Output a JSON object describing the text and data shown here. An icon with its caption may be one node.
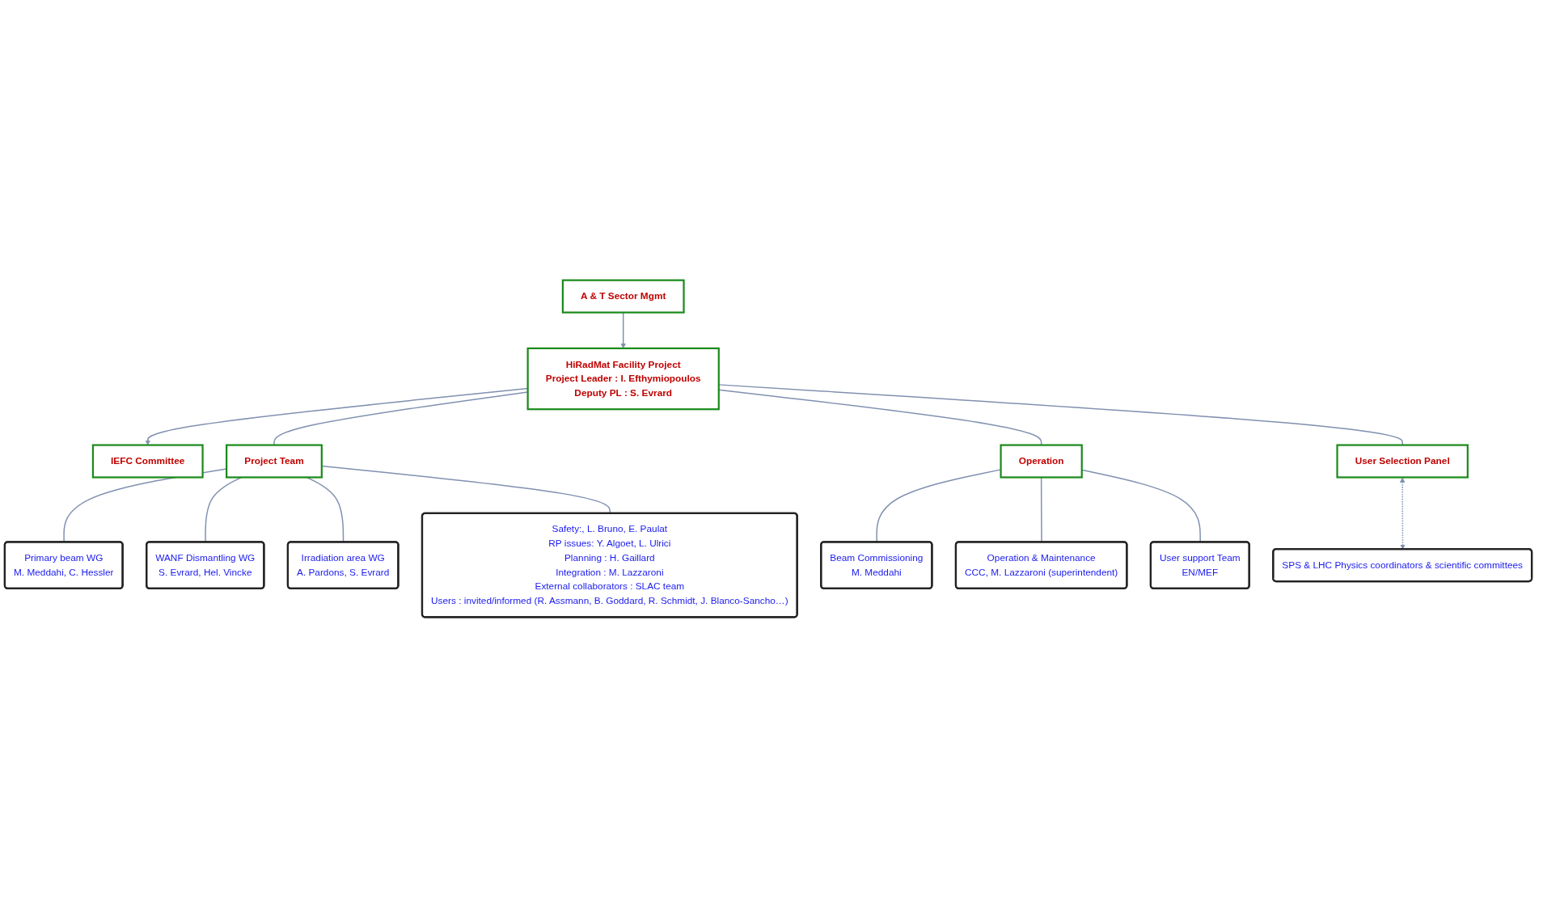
{
  "diagram": {
    "nodes": [
      {
        "text": [
          "A & T Sector Mgmt"
        ]
      },
      {
        "text": [
          "HiRadMat Facility Project",
          "Project Leader : I. Efthymiopoulos",
          "Deputy PL : S. Evrard"
        ]
      },
      {
        "text": [
          "IEFC Committee"
        ]
      },
      {
        "text": [
          "Project Team"
        ]
      },
      {
        "text": [
          "Primary beam WG",
          "M. Meddahi, C. Hessler"
        ]
      },
      {
        "text": [
          "WANF Dismantling WG",
          "S. Evrard, Hel. Vincke"
        ]
      },
      {
        "text": [
          "Irradiation area WG",
          "A. Pardons, S. Evrard"
        ]
      },
      {
        "text": [
          "Safety:, L. Bruno, E. Paulat",
          "RP issues: Y. Algoet, L. Ulrici",
          "Planning : H. Gaillard",
          "Integration : M. Lazzaroni",
          "External collaborators : SLAC team",
          "Users : invited/informed (R. Assmann, B. Goddard, R. Schmidt, J. Blanco-Sancho…)"
        ]
      },
      {
        "text": [
          "Operation"
        ]
      },
      {
        "text": [
          "Beam Commissioning",
          "M. Meddahi"
        ]
      },
      {
        "text": [
          "Operation & Maintenance",
          "CCC, M. Lazzaroni (superintendent)"
        ]
      },
      {
        "text": [
          "User support Team",
          "EN/MEF"
        ]
      },
      {
        "text": [
          "User Selection Panel"
        ]
      },
      {
        "text": [
          "SPS & LHC Physics coordinators & scientific committees"
        ]
      }
    ],
    "edges": [
      {
        "from": 0,
        "to": 1,
        "arrow": "to"
      },
      {
        "from": 1,
        "to": 2,
        "arrow": "to"
      },
      {
        "from": 1,
        "to": 3,
        "arrow": "none"
      },
      {
        "from": 1,
        "to": 8,
        "arrow": "none"
      },
      {
        "from": 1,
        "to": 12,
        "arrow": "none"
      },
      {
        "from": 3,
        "to": 4,
        "arrow": "none"
      },
      {
        "from": 3,
        "to": 5,
        "arrow": "none"
      },
      {
        "from": 3,
        "to": 6,
        "arrow": "none"
      },
      {
        "from": 3,
        "to": 7,
        "arrow": "none"
      },
      {
        "from": 8,
        "to": 9,
        "arrow": "none"
      },
      {
        "from": 8,
        "to": 10,
        "arrow": "none"
      },
      {
        "from": 8,
        "to": 11,
        "arrow": "none"
      },
      {
        "from": 12,
        "to": 13,
        "arrow": "both",
        "style": "dashed"
      }
    ]
  }
}
